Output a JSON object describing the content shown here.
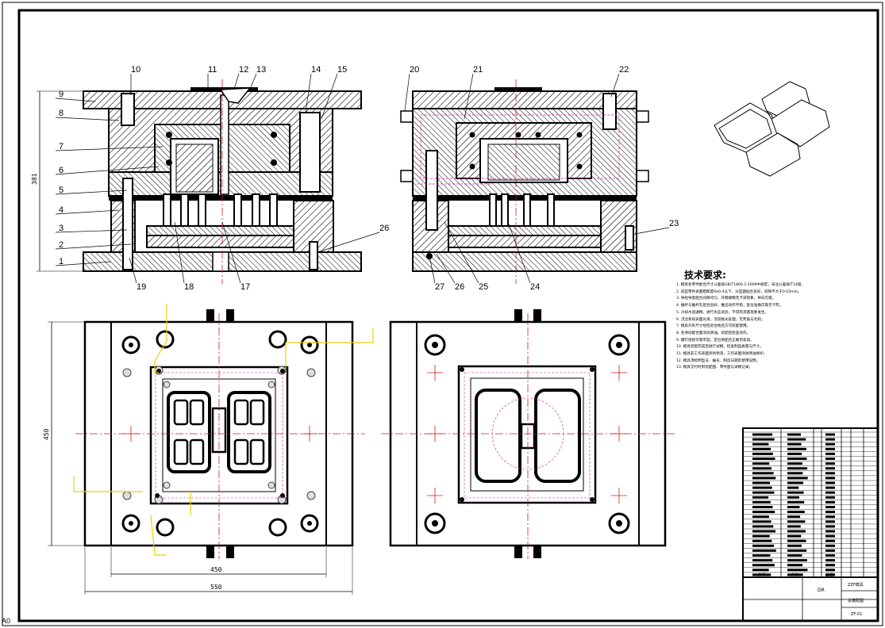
{
  "sheet": {
    "size_code": "A0",
    "colors": {
      "line": "#000000",
      "center": "#d81818",
      "hidden": "#cc2299",
      "cooling": "#e6d400",
      "bg": "#ffffff",
      "hatch": "#000000"
    }
  },
  "section_view": {
    "part_labels": [
      "1",
      "2",
      "3",
      "4",
      "5",
      "6",
      "7",
      "8",
      "9",
      "10",
      "11",
      "12",
      "13",
      "14",
      "15",
      "17",
      "18",
      "19",
      "26"
    ],
    "height_dim": "381"
  },
  "side_view": {
    "part_labels": [
      "20",
      "21",
      "22",
      "23",
      "24",
      "25",
      "26",
      "27"
    ]
  },
  "plan_view": {
    "height_dim": "450",
    "width_inner_dim": "450",
    "width_outer_dim": "550"
  },
  "product_icon": "molded-container-isometric",
  "tech_requirements": {
    "title": "技术要求:",
    "items": [
      "1. 模具各零件配合尺寸公差按GB/T1800.2-2009中规定，未注公差按IT14级。",
      "2. 成型零件表面粗糙度Ra0.4以下，分型面贴合良好，间隙不大于0.03mm。",
      "3. 导柱导套配合间隙均匀，开模顺畅无卡滞现象，导向可靠。",
      "4. 推杆与推杆孔配合良好，推出动作平稳，复位准确可靠无卡死。",
      "5. 冷却水道通畅，进行水压试验，不得有渗漏现象发生。",
      "6. 浇注系统表面光滑，流道抛光处理，无死角与毛刺。",
      "7. 模具外形尺寸经检验合格后方可装配使用。",
      "8. 各滑动配合面涂润滑油，装配后检查动作。",
      "9. 螺钉连接可靠牢固，定位销配合正确无松动。",
      "10. 模具装配完成后进行试模，检查制品质量与尺寸。",
      "11. 模具非工作表面涂防锈漆，工作表面涂防锈油保护。",
      "12. 模具须标明型号、编号、制造日期及使用说明。",
      "13. 模具交付时附装配图、零件图与试模记录。"
    ]
  },
  "title_block": {
    "designation": "DR",
    "name_row1": "ZZF模具",
    "name_row2": "总装配图",
    "drawing_no": "ZF-01",
    "col_headers": [
      "序号",
      "名称",
      "数量"
    ]
  }
}
